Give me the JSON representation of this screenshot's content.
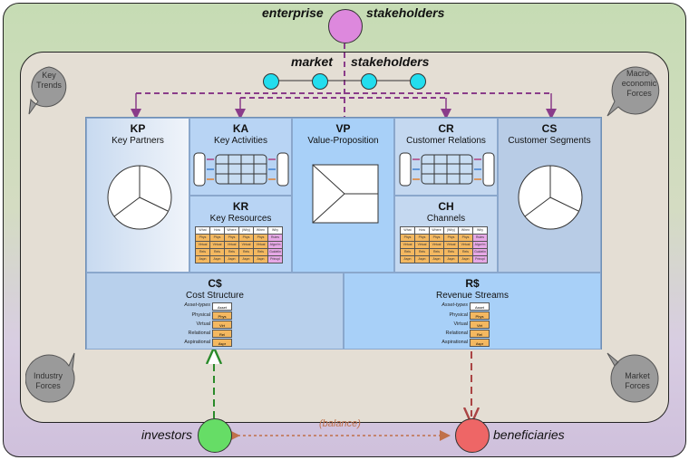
{
  "top": {
    "left_label": "enterprise",
    "right_label": "stakeholders"
  },
  "market": {
    "left_label": "market",
    "right_label": "stakeholders"
  },
  "corners": {
    "top_left": "Key\nTrends",
    "top_right": "Macro-\neconomic\nForces",
    "bottom_left": "Industry\nForces",
    "bottom_right": "Market\nForces"
  },
  "blocks": {
    "kp": {
      "code": "KP",
      "name": "Key Partners"
    },
    "ka": {
      "code": "KA",
      "name": "Key Activities"
    },
    "kr": {
      "code": "KR",
      "name": "Key Resources"
    },
    "vp": {
      "code": "VP",
      "name": "Value-Proposition"
    },
    "cr": {
      "code": "CR",
      "name": "Customer Relations"
    },
    "ch": {
      "code": "CH",
      "name": "Channels"
    },
    "cs": {
      "code": "CS",
      "name": "Customer Segments"
    },
    "cost": {
      "code": "C$",
      "name": "Cost Structure"
    },
    "rev": {
      "code": "R$",
      "name": "Revenue Streams"
    }
  },
  "asset_types": {
    "header": "Asset-types",
    "col_header": "Asset",
    "rows": [
      "Physical",
      "Virtual",
      "Relational",
      "Aspirational"
    ],
    "cells": [
      "Phys",
      "Virt",
      "Rel",
      "Aspr"
    ]
  },
  "mini_table": {
    "header": [
      "What",
      "How",
      "Where",
      "(Why)",
      "When",
      "Why"
    ],
    "rows": [
      [
        "Phys",
        "Phys",
        "Phys",
        "Phys",
        "Phys",
        "Rules"
      ],
      [
        "Virtual",
        "Virtual",
        "Virtual",
        "Virtual",
        "Virtual",
        "Algor'm"
      ],
      [
        "Rels",
        "Rels",
        "Rels",
        "Rels",
        "Rels",
        "Guidelin"
      ],
      [
        "Aspn",
        "Aspn",
        "Aspn",
        "Aspn",
        "Aspn",
        "Princpl"
      ]
    ]
  },
  "bottom": {
    "investors": "investors",
    "beneficiaries": "beneficiaries",
    "balance": "(balance)"
  },
  "colors": {
    "enterprise": "#dd88dd",
    "market": "#22ddee",
    "investors": "#66dd66",
    "beneficiaries": "#ee6666",
    "cyan_phys": "#f4b860",
    "pink_rules": "#e6a8e6"
  }
}
